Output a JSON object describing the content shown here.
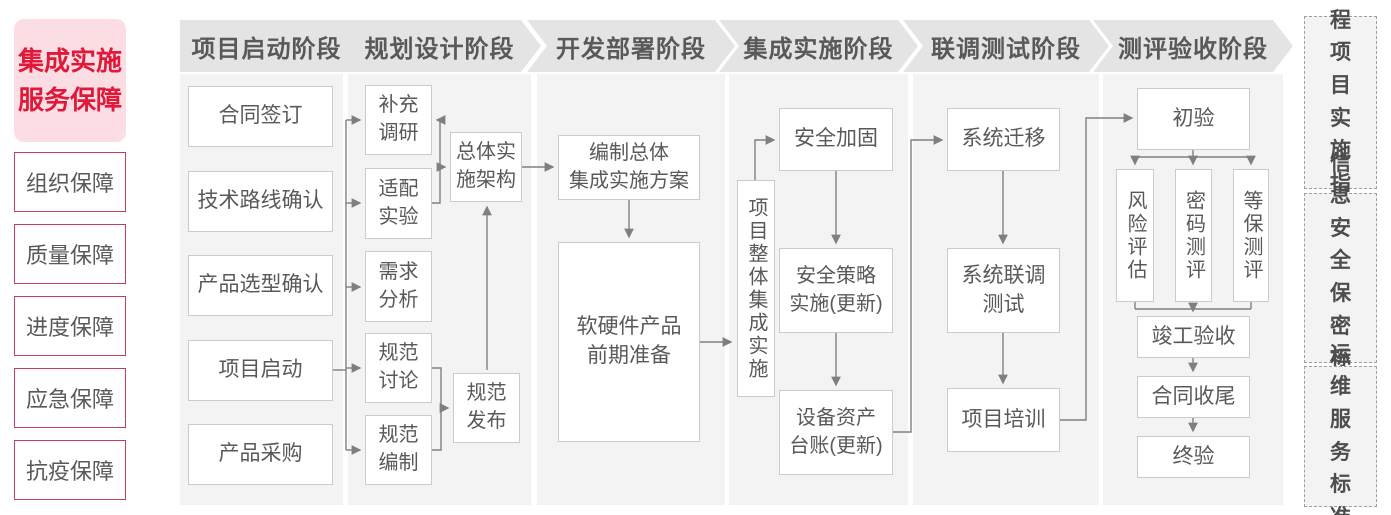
{
  "legend": {
    "title": "集成实施\n服务保障",
    "items": [
      "组织保障",
      "质量保障",
      "进度保障",
      "应急保障",
      "抗疫保障"
    ]
  },
  "phases": [
    {
      "label": "项目启动阶段",
      "nodes": [
        "合同签订",
        "技术路线确认",
        "产品选型确认",
        "项目启动",
        "产品采购"
      ]
    },
    {
      "label": "规划设计阶段",
      "nodes": [
        "补充\n调研",
        "适配\n实验",
        "需求\n分析",
        "规范\n讨论",
        "规范\n编制",
        "总体实\n施架构",
        "规范\n发布"
      ]
    },
    {
      "label": "开发部署阶段",
      "nodes": [
        "编制总体\n集成实施方案",
        "软硬件产品\n前期准备"
      ]
    },
    {
      "label": "集成实施阶段",
      "nodes": [
        "项目整体集成实施",
        "安全加固",
        "安全策略\n实施(更新)",
        "设备资产\n台账(更新)"
      ]
    },
    {
      "label": "联调测试阶段",
      "nodes": [
        "系统迁移",
        "系统联调\n测试",
        "项目培训"
      ]
    },
    {
      "label": "测评验收阶段",
      "nodes": [
        "初验",
        "风险评估",
        "密码测评",
        "等保测评",
        "竣工验收",
        "合同收尾",
        "终验"
      ]
    }
  ],
  "standards": [
    "工程\n项目\n实施\n指引",
    "信息\n安全\n保密\n标准",
    "运维\n服务\n标准"
  ],
  "colors": {
    "accent_red": "#e0193a",
    "pink_bg": "#fbdde3",
    "red_border": "#c04058",
    "band_bg": "#f3f3f3",
    "header_bg": "#e4e4e4",
    "node_border": "#cbcbcb",
    "text_gray": "#595959",
    "connector": "#7f7f7f"
  }
}
